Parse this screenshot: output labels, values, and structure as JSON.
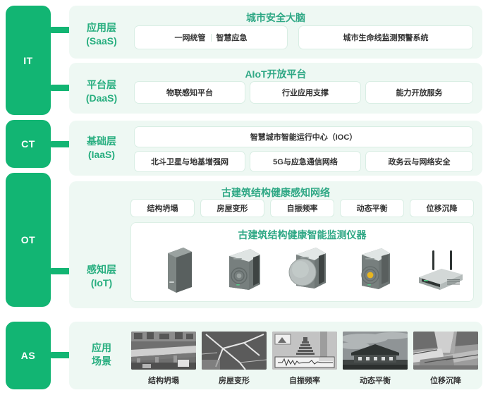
{
  "theme": {
    "green": "#12b573",
    "panel_bg": "#eef8f3",
    "title_green": "#2fa885",
    "label_green": "#27ae7f",
    "card_border": "#d9eee4"
  },
  "rail": [
    {
      "id": "it",
      "label": "IT"
    },
    {
      "id": "ct",
      "label": "CT"
    },
    {
      "id": "ot",
      "label": "OT"
    },
    {
      "id": "as",
      "label": "AS"
    }
  ],
  "layers": {
    "saas": {
      "label_cn": "应用层",
      "label_en": "(SaaS)",
      "title": "城市安全大脑",
      "cards": [
        {
          "text_a": "一网统管",
          "text_b": "智慧应急"
        },
        {
          "text": "城市生命线监测预警系统"
        }
      ]
    },
    "daas": {
      "label_cn": "平台层",
      "label_en": "(DaaS)",
      "title": "AIoT开放平台",
      "cards": [
        {
          "text": "物联感知平台"
        },
        {
          "text": "行业应用支撑"
        },
        {
          "text": "能力开放服务"
        }
      ]
    },
    "iaas": {
      "label_cn": "基础层",
      "label_en": "(IaaS)",
      "top_card": "智慧城市智能运行中心（IOC）",
      "cards": [
        {
          "text": "北斗卫星与地基增强网"
        },
        {
          "text": "5G与应急通信网络"
        },
        {
          "text": "政务云与网络安全"
        }
      ]
    },
    "iot": {
      "label_cn": "感知层",
      "label_en": "(IoT)",
      "title": "古建筑结构健康感知网络",
      "tags": [
        {
          "text": "结构坍塌"
        },
        {
          "text": "房屋变形"
        },
        {
          "text": "自振频率"
        },
        {
          "text": "动态平衡"
        },
        {
          "text": "位移沉降"
        }
      ],
      "device_title": "古建筑结构健康智能监测仪器",
      "devices": [
        {
          "name": "tower-sensor-device"
        },
        {
          "name": "wall-mounted-sensor-device"
        },
        {
          "name": "round-dial-sensor-device"
        },
        {
          "name": "amber-indicator-sensor-device"
        },
        {
          "name": "gateway-router-device"
        }
      ]
    },
    "scenario": {
      "label_cn": "应用",
      "label_en": "场景",
      "items": [
        {
          "caption": "结构坍塌",
          "image": "collapsed-overpass-photo"
        },
        {
          "caption": "房屋变形",
          "image": "cracked-wall-photo"
        },
        {
          "caption": "自振频率",
          "image": "seismograph-chart-photo"
        },
        {
          "caption": "动态平衡",
          "image": "tilted-house-photo"
        },
        {
          "caption": "位移沉降",
          "image": "subsided-foundation-photo"
        }
      ]
    }
  }
}
